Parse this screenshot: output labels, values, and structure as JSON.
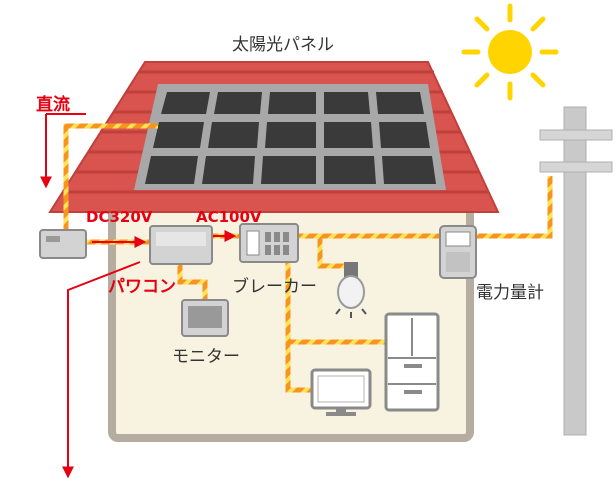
{
  "labels": {
    "solar_panel": "太陽光パネル",
    "direct_current": "直流",
    "dc_voltage": "DC320V",
    "ac_voltage": "AC100V",
    "power_conditioner": "パワコン",
    "breaker": "ブレーカー",
    "meter": "電力量計",
    "monitor": "モニター"
  },
  "colors": {
    "roof": "#d9534f",
    "roof_dark": "#c0403c",
    "panel_cell": "#3a3a3a",
    "panel_frame": "#a8a8a8",
    "house_wall": "#f8f3e1",
    "house_border": "#b5ada0",
    "wire_orange": "#f7941d",
    "wire_yellow": "#fde25a",
    "arrow_red": "#e60012",
    "sun": "#ffd400",
    "pole": "#c7c7c7",
    "device": "#d3d3d3"
  },
  "icons": [
    "sun-icon",
    "light-bulb-icon",
    "tv-icon",
    "refrigerator-icon",
    "utility-pole-icon"
  ]
}
